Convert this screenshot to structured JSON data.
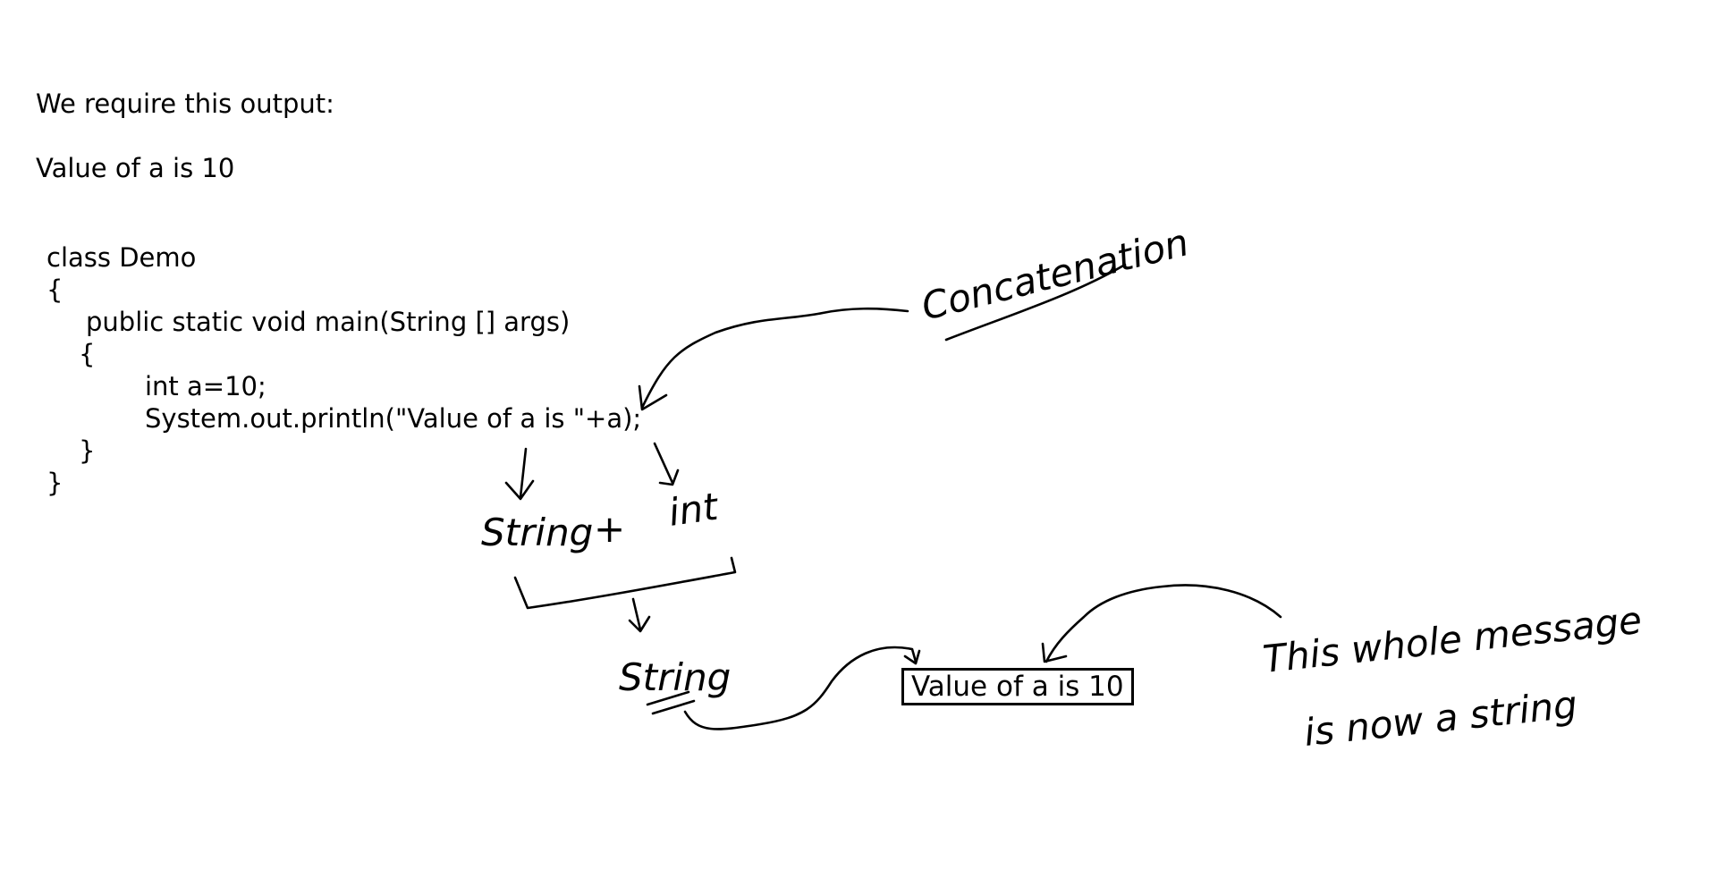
{
  "intro": {
    "heading": "We require this output:",
    "expected": "Value of a is 10"
  },
  "code": {
    "lines": [
      "class Demo",
      "{",
      "public static void main(String [] args)",
      "{",
      "int a=10;",
      "System.out.println(\"Value of a is \"+a);",
      "}",
      "}"
    ]
  },
  "annotations": {
    "concatenation": "Concatenation",
    "string_left": "String",
    "plus": "+",
    "int_label": "int",
    "string_result": "String",
    "output_box": "Value of a is 10",
    "message_line1": "This whole message",
    "message_line2": "is now a string"
  }
}
